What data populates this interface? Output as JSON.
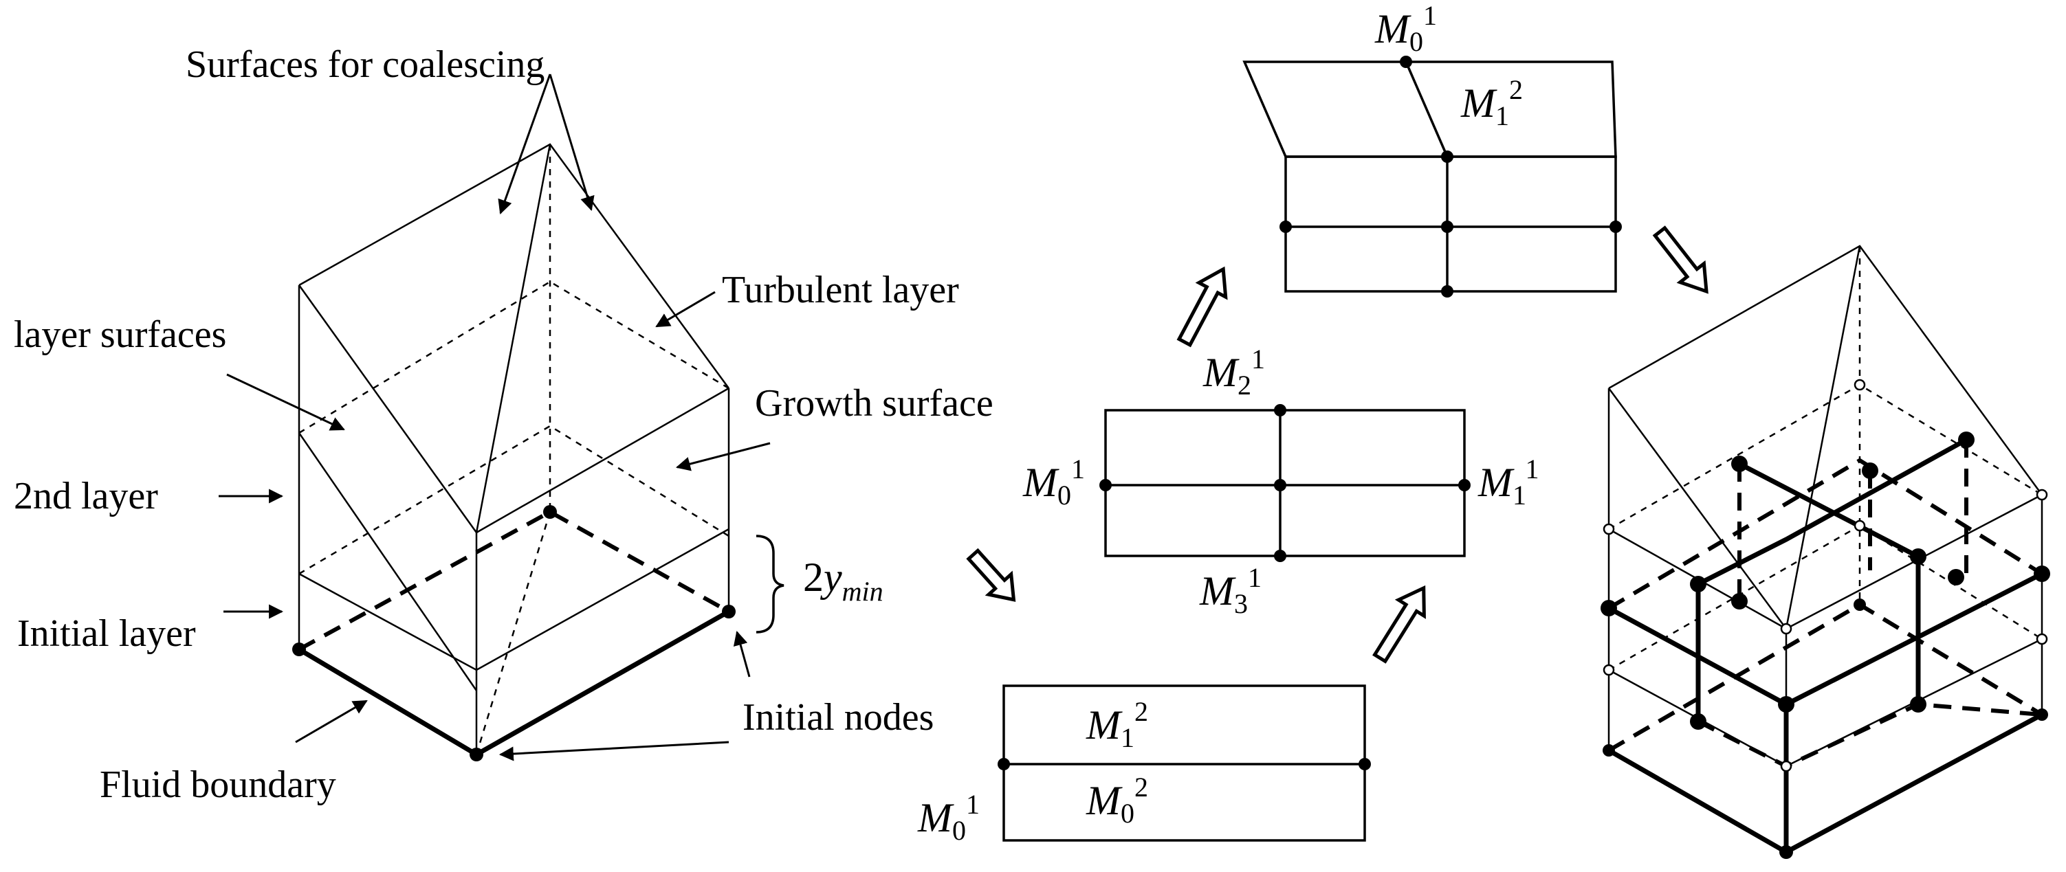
{
  "labels": {
    "surfaces_for_coalescing": "Surfaces for coalescing",
    "turbulent_layer": "Turbulent layer",
    "layer_surfaces": "layer surfaces",
    "growth_surface": "Growth surface",
    "second_layer": "2nd layer",
    "initial_layer": "Initial layer",
    "initial_nodes": "Initial nodes",
    "fluid_boundary": "Fluid boundary",
    "two_ymin": {
      "coef": "2",
      "var": "y",
      "sub": "min"
    }
  },
  "nodes": {
    "top_box": [
      {
        "base": "M",
        "sub": "0",
        "sup": "1"
      },
      {
        "base": "M",
        "sub": "1",
        "sup": "2"
      }
    ],
    "middle_box": [
      {
        "base": "M",
        "sub": "2",
        "sup": "1"
      },
      {
        "base": "M",
        "sub": "0",
        "sup": "1"
      },
      {
        "base": "M",
        "sub": "1",
        "sup": "1"
      },
      {
        "base": "M",
        "sub": "3",
        "sup": "1"
      }
    ],
    "bottom_box": [
      {
        "base": "M",
        "sub": "1",
        "sup": "2"
      },
      {
        "base": "M",
        "sub": "0",
        "sup": "2"
      },
      {
        "base": "M",
        "sub": "0",
        "sup": "1"
      }
    ]
  }
}
